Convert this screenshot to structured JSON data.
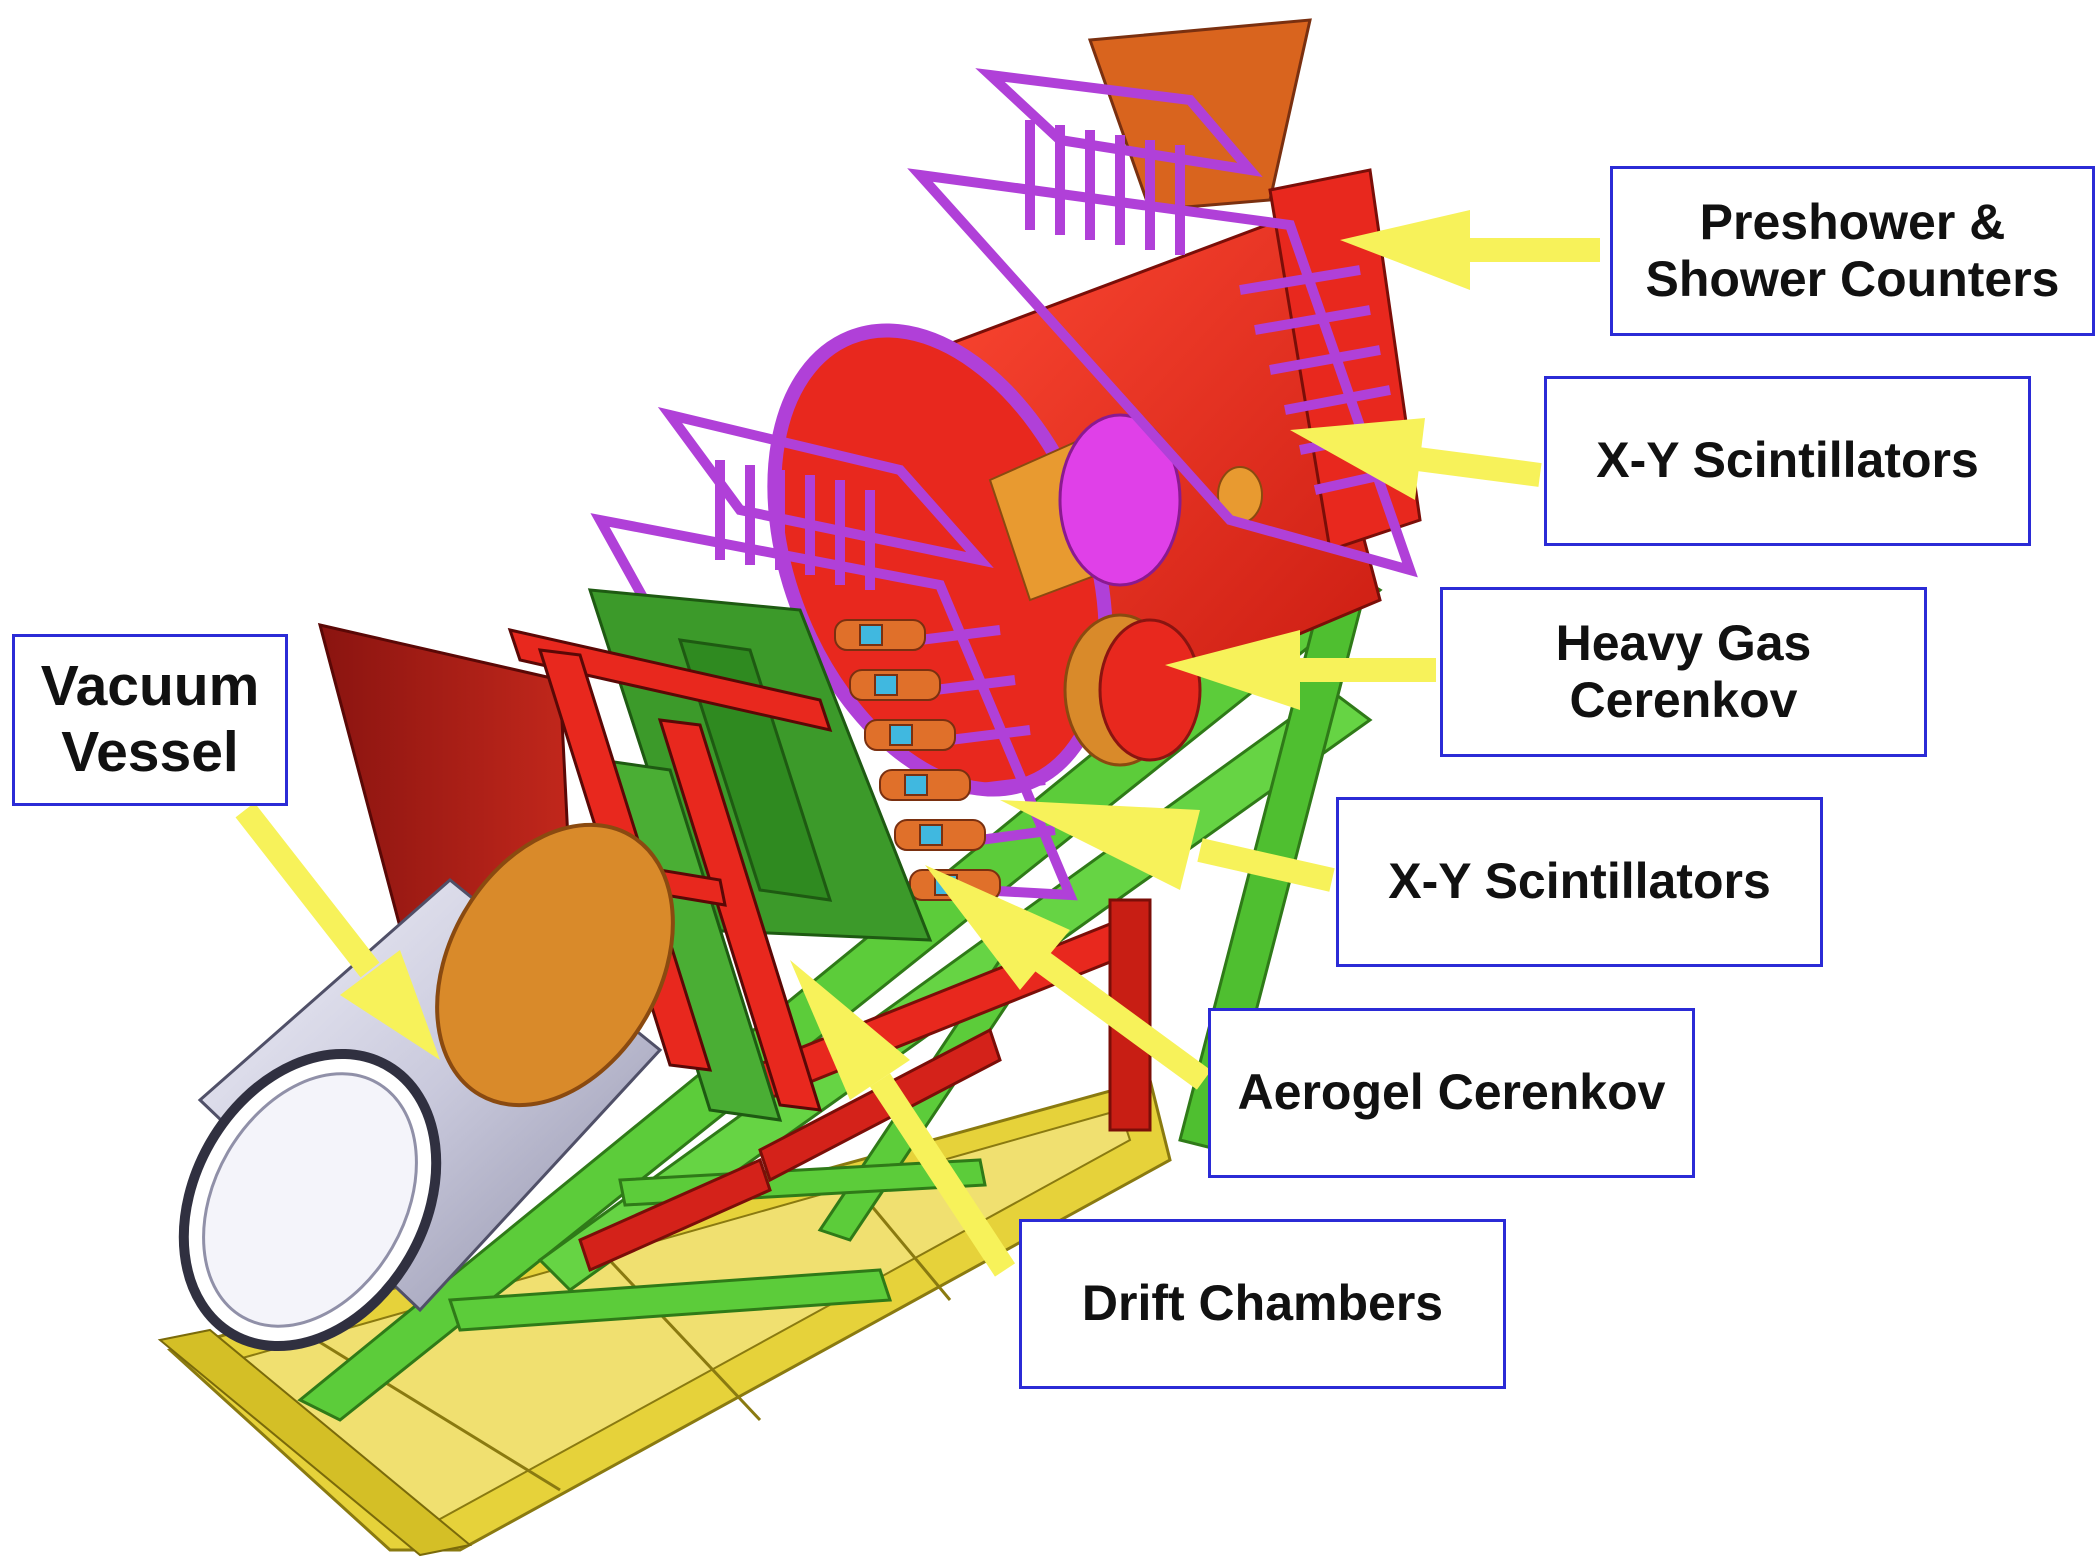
{
  "labels": {
    "preshower": [
      "Preshower &",
      "Shower Counters"
    ],
    "xy_scint_top": [
      "X-Y Scintillators"
    ],
    "heavy_gas": [
      "Heavy Gas",
      "Cerenkov"
    ],
    "xy_scint_mid": [
      "X-Y Scintillators"
    ],
    "aerogel": [
      "Aerogel Cerenkov"
    ],
    "drift": [
      "Drift Chambers"
    ],
    "vacuum": [
      "Vacuum",
      "Vessel"
    ]
  },
  "colors": {
    "callout_border": "#2b2bd6",
    "arrow": "#f7f25a",
    "frame_yellow": "#e6d23a",
    "frame_green": "#5ccc3a",
    "support_red": "#e8281e",
    "scintillator_magenta": "#b040d8",
    "cerenkov_red": "#e82a1a",
    "vessel_silver": "#c9c9dc",
    "flange_orange": "#d98a2a",
    "drift_green": "#3c9a2a"
  }
}
